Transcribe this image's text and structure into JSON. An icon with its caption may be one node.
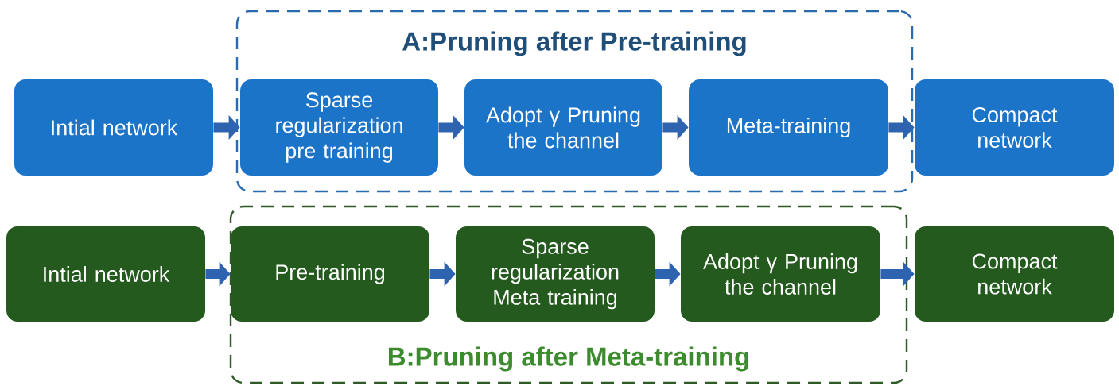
{
  "diagram": {
    "nodes": [
      {
        "text": [
          "Intial network"
        ]
      },
      {
        "text": [
          "A:Pruning after Pre-training"
        ]
      },
      {
        "text": [
          "Sparse regularization pre training"
        ],
        "in": 1
      },
      {
        "text": [
          "Adopt γ Pruning the channel"
        ],
        "in": 1
      },
      {
        "text": [
          "Meta-training"
        ],
        "in": 1
      },
      {
        "text": [
          "Compact network"
        ]
      },
      {
        "text": [
          "Intial network"
        ]
      },
      {
        "text": [
          "B:Pruning after Meta-training"
        ]
      },
      {
        "text": [
          "Pre-training"
        ],
        "in": 7
      },
      {
        "text": [
          "Sparse regularization Meta training"
        ],
        "in": 7
      },
      {
        "text": [
          "Adopt γ Pruning the channel"
        ],
        "in": 7
      },
      {
        "text": [
          "Compact network"
        ]
      }
    ],
    "edges": [
      {
        "from": 0,
        "to": 2,
        "arrow": "to"
      },
      {
        "from": 2,
        "to": 3,
        "arrow": "to"
      },
      {
        "from": 3,
        "to": 4,
        "arrow": "to"
      },
      {
        "from": 4,
        "to": 5,
        "arrow": "to"
      },
      {
        "from": 6,
        "to": 8,
        "arrow": "to"
      },
      {
        "from": 8,
        "to": 9,
        "arrow": "to"
      },
      {
        "from": 9,
        "to": 10,
        "arrow": "to"
      },
      {
        "from": 10,
        "to": 11,
        "arrow": "to"
      }
    ]
  }
}
